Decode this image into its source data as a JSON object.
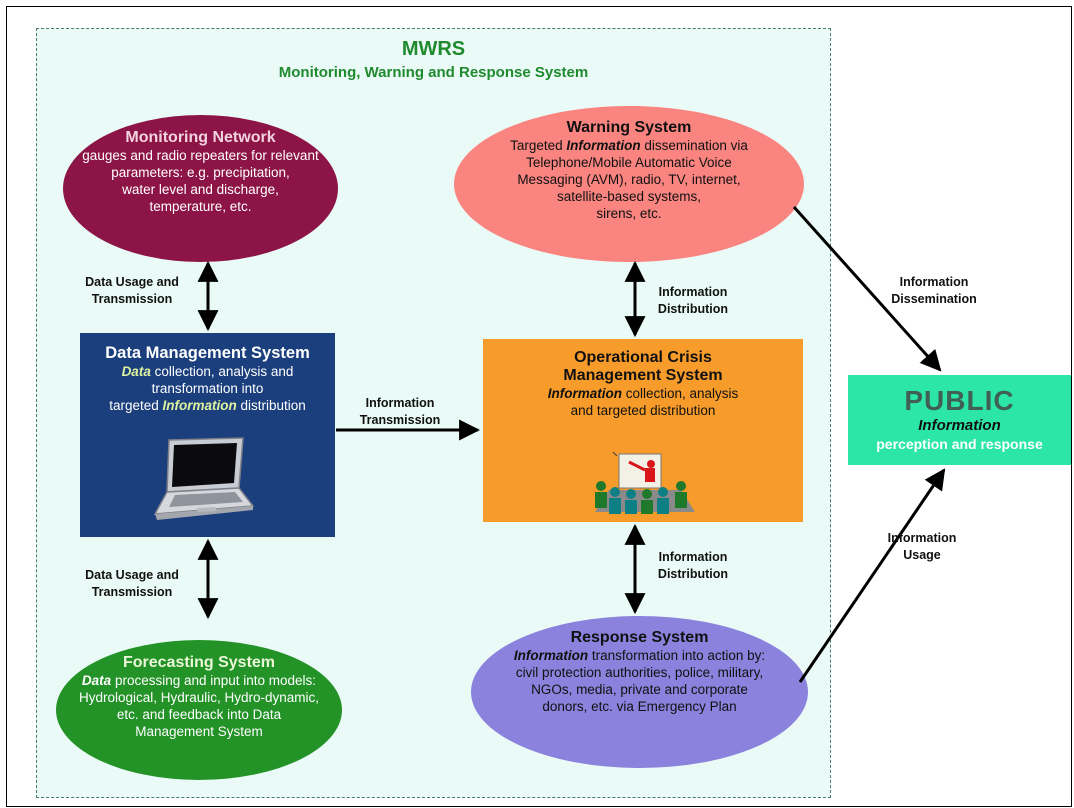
{
  "title": "MWRS",
  "subtitle": "Monitoring, Warning and Response System",
  "monitoring": {
    "title": "Monitoring Network",
    "body": [
      "gauges and radio repeaters for relevant",
      "parameters: e.g. precipitation,",
      "water level and discharge,",
      "temperature, etc."
    ]
  },
  "warning": {
    "title": "Warning System",
    "line1_pre": "Targeted ",
    "line1_hl": "Information",
    "line1_post": " dissemination via",
    "body": [
      "Telephone/Mobile Automatic Voice",
      "Messaging (AVM), radio, TV, internet,",
      "satellite-based systems,",
      "sirens, etc."
    ]
  },
  "dms": {
    "title": "Data Management System",
    "line1_hl": "Data",
    "line1_post": " collection, analysis and",
    "line2": "transformation into",
    "line3_pre": "targeted ",
    "line3_hl": "Information",
    "line3_post": " distribution"
  },
  "ocms": {
    "title1": "Operational Crisis",
    "title2": "Management System",
    "line1_hl": "Information",
    "line1_post": " collection, analysis",
    "line2": "and targeted distribution"
  },
  "forecast": {
    "title": "Forecasting System",
    "line1_hl": "Data",
    "line1_post": " processing and  input into models:",
    "body": [
      "Hydrological, Hydraulic, Hydro-dynamic,",
      "etc. and feedback into Data",
      "Management System"
    ]
  },
  "response": {
    "title": "Response System",
    "line1_hl": "Information",
    "line1_post": " transformation into action by:",
    "body": [
      "civil protection authorities, police, military,",
      "NGOs, media, private and corporate",
      "donors, etc. via Emergency Plan"
    ]
  },
  "public": {
    "title": "PUBLIC",
    "info": "Information",
    "sub": "perception and response"
  },
  "labels": {
    "data_usage_top": [
      "Data Usage and",
      "Transmission"
    ],
    "data_usage_bottom": [
      "Data Usage and",
      "Transmission"
    ],
    "info_transmission": [
      "Information",
      "Transmission"
    ],
    "info_distribution_top": [
      "Information",
      "Distribution"
    ],
    "info_distribution_bottom": [
      "Information",
      "Distribution"
    ],
    "info_dissemination": [
      "Information",
      "Dissemination"
    ],
    "info_usage": [
      "Information",
      "Usage"
    ]
  },
  "colors": {
    "monitoring": "#8c1446",
    "warning": "#fa8480",
    "dms": "#1b3f7c",
    "ocms": "#f79b2b",
    "forecast": "#239227",
    "response": "#8a82dc",
    "public": "#2ce6a8",
    "title": "#1f8a2e"
  }
}
